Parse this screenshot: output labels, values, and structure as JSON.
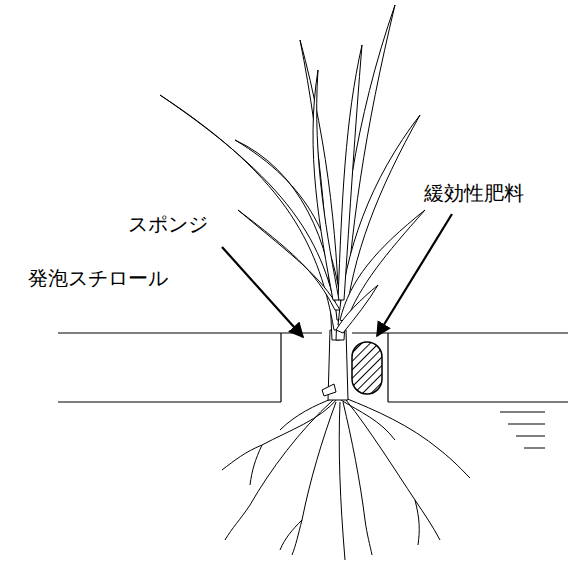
{
  "diagram": {
    "labels": [
      "スポンジ",
      "緩効性肥料",
      "発泡スチロール"
    ]
  }
}
